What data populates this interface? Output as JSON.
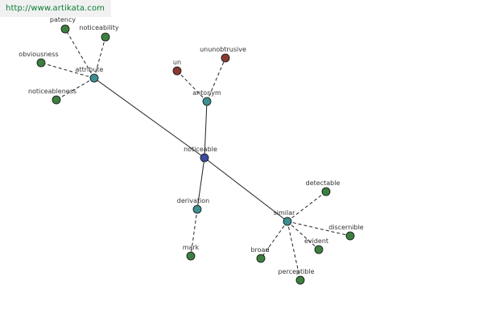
{
  "watermark": {
    "text": "http://www.artikata.com"
  },
  "colors": {
    "background": "#ffffff",
    "watermark_bg": "#f1f1f1",
    "watermark_text": "#0b7a34",
    "edge": "#222222",
    "center_node": "#3c4aa0",
    "relation_node": "#3d8f8f",
    "word_node": "#3d7f3f",
    "antonym_word_node": "#8a3a31",
    "node_stroke": "#111111",
    "label_text": "#333333"
  },
  "graph": {
    "nodes": [
      {
        "id": "noticeable",
        "label": "noticeable",
        "kind": "center"
      },
      {
        "id": "attribute",
        "label": "attribute",
        "kind": "relation"
      },
      {
        "id": "antonym",
        "label": "antonym",
        "kind": "relation"
      },
      {
        "id": "derivation",
        "label": "derivation",
        "kind": "relation"
      },
      {
        "id": "similar",
        "label": "similar",
        "kind": "relation"
      },
      {
        "id": "patency",
        "label": "patency",
        "kind": "word"
      },
      {
        "id": "noticeability",
        "label": "noticeability",
        "kind": "word"
      },
      {
        "id": "obviousness",
        "label": "obviousness",
        "kind": "word"
      },
      {
        "id": "noticeableness",
        "label": "noticeableness",
        "kind": "word"
      },
      {
        "id": "un",
        "label": "un",
        "kind": "antonym-word"
      },
      {
        "id": "ununobtrusive",
        "label": "ununobtrusive",
        "kind": "antonym-word"
      },
      {
        "id": "mark",
        "label": "mark",
        "kind": "word"
      },
      {
        "id": "detectable",
        "label": "detectable",
        "kind": "word"
      },
      {
        "id": "discernible",
        "label": "discernible",
        "kind": "word"
      },
      {
        "id": "evident",
        "label": "evident",
        "kind": "word"
      },
      {
        "id": "broad",
        "label": "broad",
        "kind": "word"
      },
      {
        "id": "perceptible",
        "label": "perceptible",
        "kind": "word"
      }
    ],
    "edges": [
      {
        "from": "noticeable",
        "to": "attribute",
        "style": "solid"
      },
      {
        "from": "noticeable",
        "to": "antonym",
        "style": "solid"
      },
      {
        "from": "noticeable",
        "to": "derivation",
        "style": "solid"
      },
      {
        "from": "noticeable",
        "to": "similar",
        "style": "solid"
      },
      {
        "from": "attribute",
        "to": "patency",
        "style": "dashed"
      },
      {
        "from": "attribute",
        "to": "noticeability",
        "style": "dashed"
      },
      {
        "from": "attribute",
        "to": "obviousness",
        "style": "dashed"
      },
      {
        "from": "attribute",
        "to": "noticeableness",
        "style": "dashed"
      },
      {
        "from": "antonym",
        "to": "un",
        "style": "dashed"
      },
      {
        "from": "antonym",
        "to": "ununobtrusive",
        "style": "dashed"
      },
      {
        "from": "derivation",
        "to": "mark",
        "style": "dashed"
      },
      {
        "from": "similar",
        "to": "detectable",
        "style": "dashed"
      },
      {
        "from": "similar",
        "to": "discernible",
        "style": "dashed"
      },
      {
        "from": "similar",
        "to": "evident",
        "style": "dashed"
      },
      {
        "from": "similar",
        "to": "broad",
        "style": "dashed"
      },
      {
        "from": "similar",
        "to": "perceptible",
        "style": "dashed"
      }
    ]
  }
}
